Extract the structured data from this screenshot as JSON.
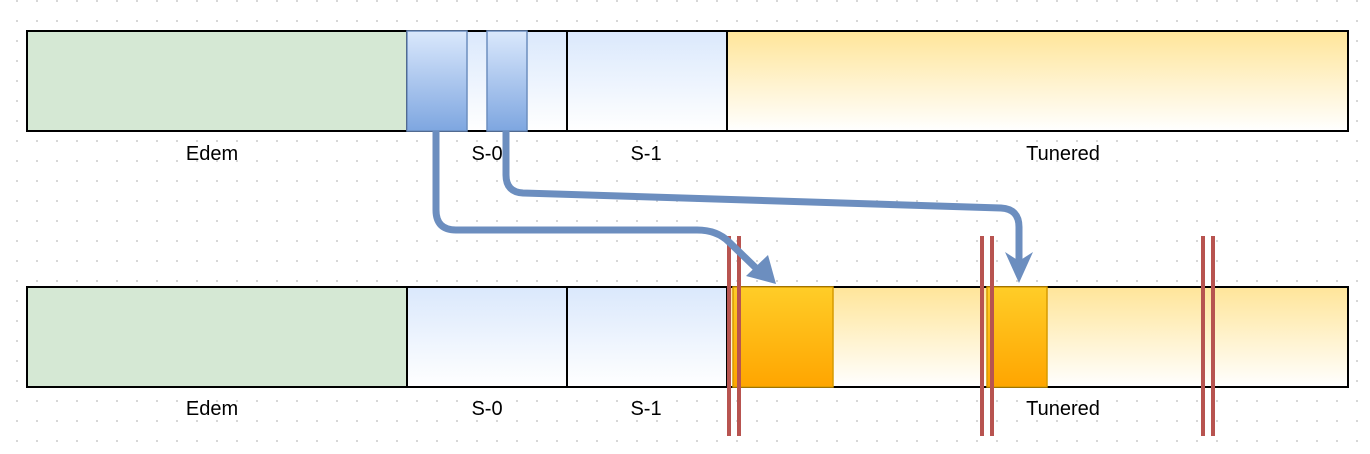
{
  "diagram": {
    "top_row": {
      "eden_label": "Edem",
      "s0_label": "S-0",
      "s1_label": "S-1",
      "tenured_label": "Tunered"
    },
    "bottom_row": {
      "eden_label": "Edem",
      "s0_label": "S-0",
      "s1_label": "S-1",
      "tenured_label": "Tunered"
    }
  },
  "colors": {
    "eden_fill": "#d5e8d4",
    "survivor_gradient_top": "#dae8fc",
    "object_blue_top": "#dae8fc",
    "object_blue_bottom": "#7ea6e0",
    "tenured_gradient_top": "#ffe599",
    "promoted_orange_top": "#ffcd28",
    "promoted_orange_bottom": "#ffa500",
    "arrow": "#6c8ebf",
    "marker_red": "#b85450"
  }
}
